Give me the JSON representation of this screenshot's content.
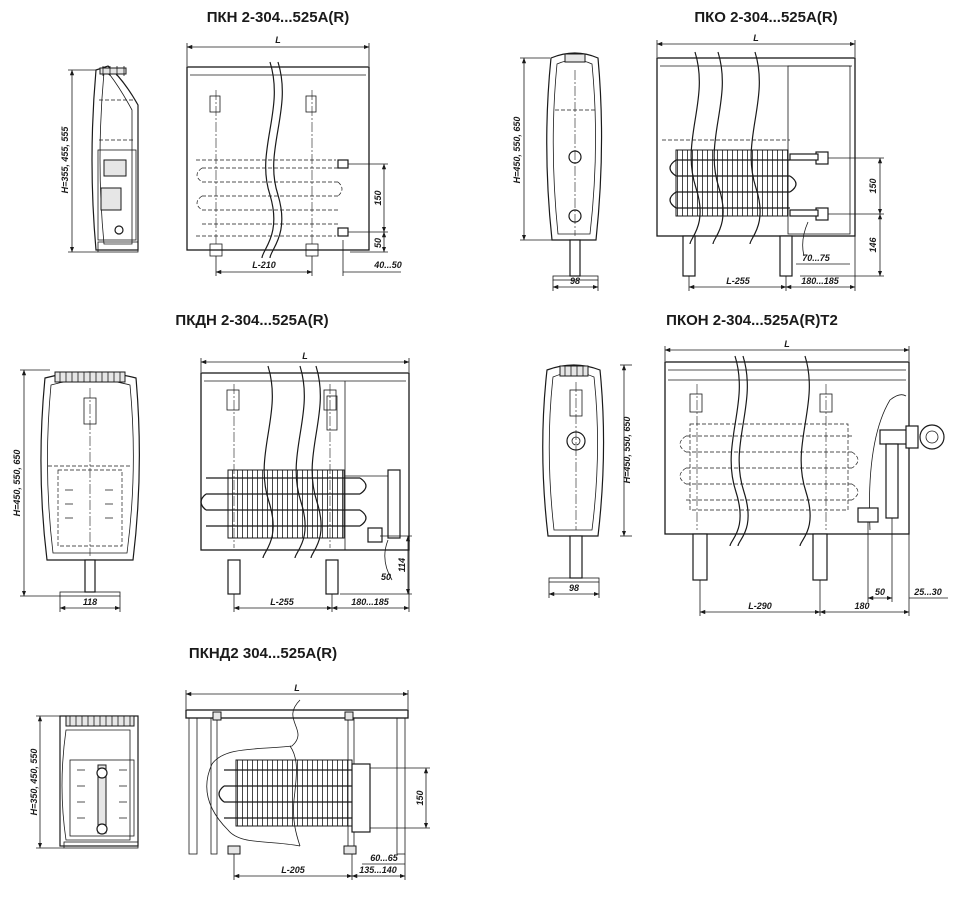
{
  "views": {
    "pkn": {
      "title": "ПКН 2-304...525А(R)",
      "dims": {
        "L": "L",
        "H": "H=355, 455, 555",
        "h150": "150",
        "h50": "50",
        "l210": "L-210",
        "o4050": "40...50"
      }
    },
    "pko": {
      "title": "ПКО 2-304...525А(R)",
      "dims": {
        "L": "L",
        "H": "H=450, 550, 650",
        "w98": "98",
        "h150": "150",
        "h146": "146",
        "o7075": "70...75",
        "l255": "L-255",
        "o180185": "180...185"
      }
    },
    "pkdn": {
      "title": "ПКДН 2-304...525А(R)",
      "dims": {
        "L": "L",
        "H": "H=450, 550, 650",
        "w118": "118",
        "h114": "114",
        "h50": "50",
        "l255": "L-255",
        "o180185": "180...185"
      }
    },
    "pkon": {
      "title": "ПКОН 2-304...525А(R)Т2",
      "dims": {
        "L": "L",
        "H": "H=450, 550, 650",
        "w98": "98",
        "l290": "L-290",
        "o180": "180",
        "h50": "50",
        "o2530": "25...30"
      }
    },
    "pknd2": {
      "title": "ПКНД2 304...525А(R)",
      "dims": {
        "L": "L",
        "H": "H=350, 450, 550",
        "h150": "150",
        "l205": "L-205",
        "o6065": "60...65",
        "o135140": "135...140"
      }
    }
  }
}
